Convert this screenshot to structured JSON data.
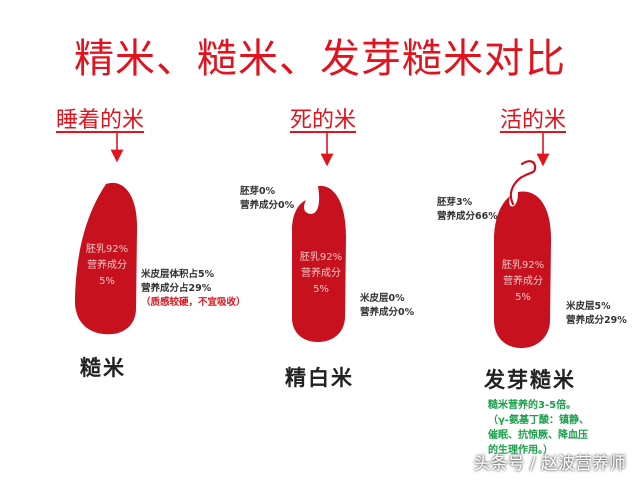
{
  "title": "精米、糙米、发芽糙米对比",
  "columns": {
    "brown": {
      "heading": "睡着的米",
      "inside": [
        "胚乳92%",
        "营养成分",
        "5%"
      ],
      "side_note": [
        "米皮层体积占5%",
        "营养成分占29%"
      ],
      "side_note_red": "（质感较硬，不宜吸收）",
      "name": "糙米"
    },
    "white": {
      "heading": "死的米",
      "top_note": [
        "胚芽0%",
        "营养成分0%"
      ],
      "inside": [
        "胚乳92%",
        "营养成分",
        "5%"
      ],
      "side_note": [
        "米皮层0%",
        "营养成分0%"
      ],
      "name": "精白米"
    },
    "germinated": {
      "heading": "活的米",
      "top_note": [
        "胚芽3%",
        "营养成分66%"
      ],
      "inside": [
        "胚乳92%",
        "营养成分",
        "5%"
      ],
      "side_note": [
        "米皮层5%",
        "营养成分29%"
      ],
      "name": "发芽糙米",
      "green_note": [
        "糙米营养的3-5倍。",
        "（γ-氨基丁酸：镇静、",
        "催眠、抗惊厥、降血压",
        "的生理作用。）"
      ]
    }
  },
  "watermark": "头条号 / 赵波营养师",
  "colors": {
    "accent": "#e0141e",
    "grain": "#c8111e",
    "green": "#1aa04a"
  }
}
